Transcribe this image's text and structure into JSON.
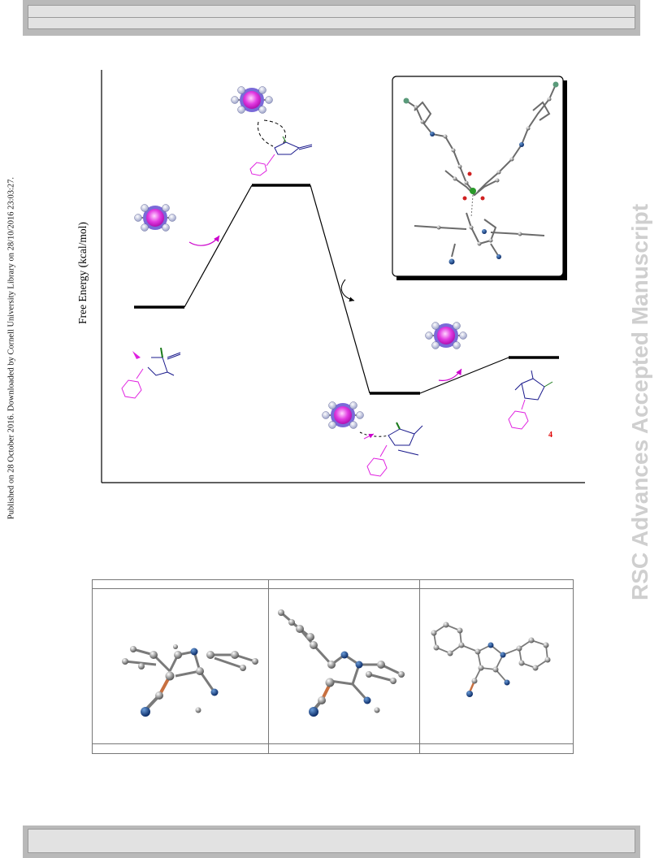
{
  "page": {
    "publication_note": "Published on 28 October 2016. Downloaded by Cornell University Library on 28/10/2016 23:03:27.",
    "watermark": "RSC Advances Accepted Manuscript"
  },
  "energy_diagram": {
    "y_axis_label": "Free Energy (kcal/mol)",
    "product_label": "4",
    "levels": [
      "reactant",
      "transition-state",
      "intermediate",
      "product"
    ]
  },
  "table": {
    "columns": [
      {
        "header": "",
        "footer": ""
      },
      {
        "header": "",
        "footer": ""
      },
      {
        "header": "",
        "footer": ""
      }
    ]
  },
  "colors": {
    "magenta": "#e020e0",
    "navy": "#1a1a8c",
    "green": "#1a7a1a",
    "frame_gray": "#b9b9b9",
    "watermark_gray": "#cfcfcf"
  }
}
